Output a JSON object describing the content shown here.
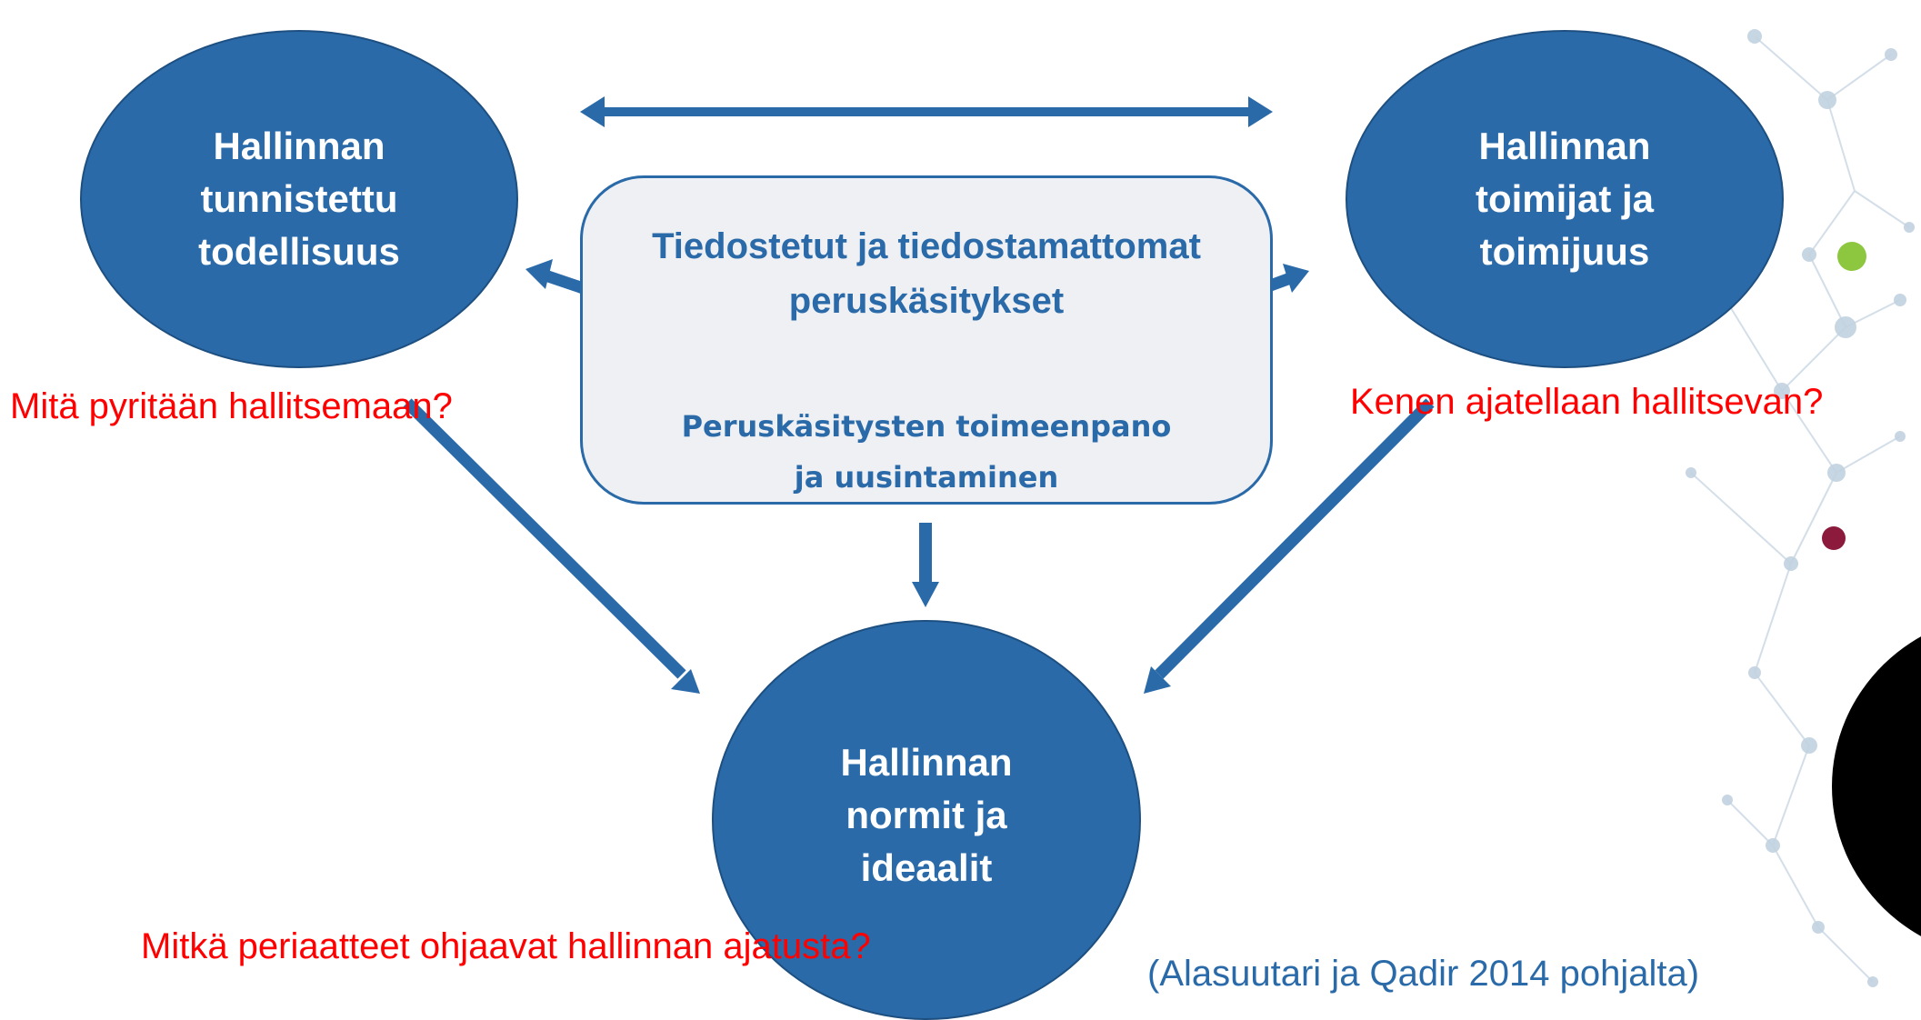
{
  "colors": {
    "primary_blue": "#2a6aa9",
    "question_red": "#ff0000",
    "box_fill": "#eef0f3",
    "background": "#ffffff"
  },
  "nodes": {
    "reality": "Hallinnan\ntunnistettu\ntodellisuus",
    "actors": "Hallinnan\ntoimijat ja\ntoimijuus",
    "norms": "Hallinnan\nnormit ja\nideaalit"
  },
  "center_box": {
    "assumptions": "Tiedostetut ja tiedostamattomat\nperuskäsitykset",
    "implementation": "Peruskäsitysten toimeenpano\nja uusintaminen"
  },
  "questions": {
    "what": "Mitä pyritään hallitsemaan?",
    "who": "Kenen ajatellaan hallitsevan?",
    "principles": "Mitkä periaatteet ohjaavat hallinnan ajatusta?"
  },
  "credit": "(Alasuutari ja Qadir 2014 pohjalta)"
}
